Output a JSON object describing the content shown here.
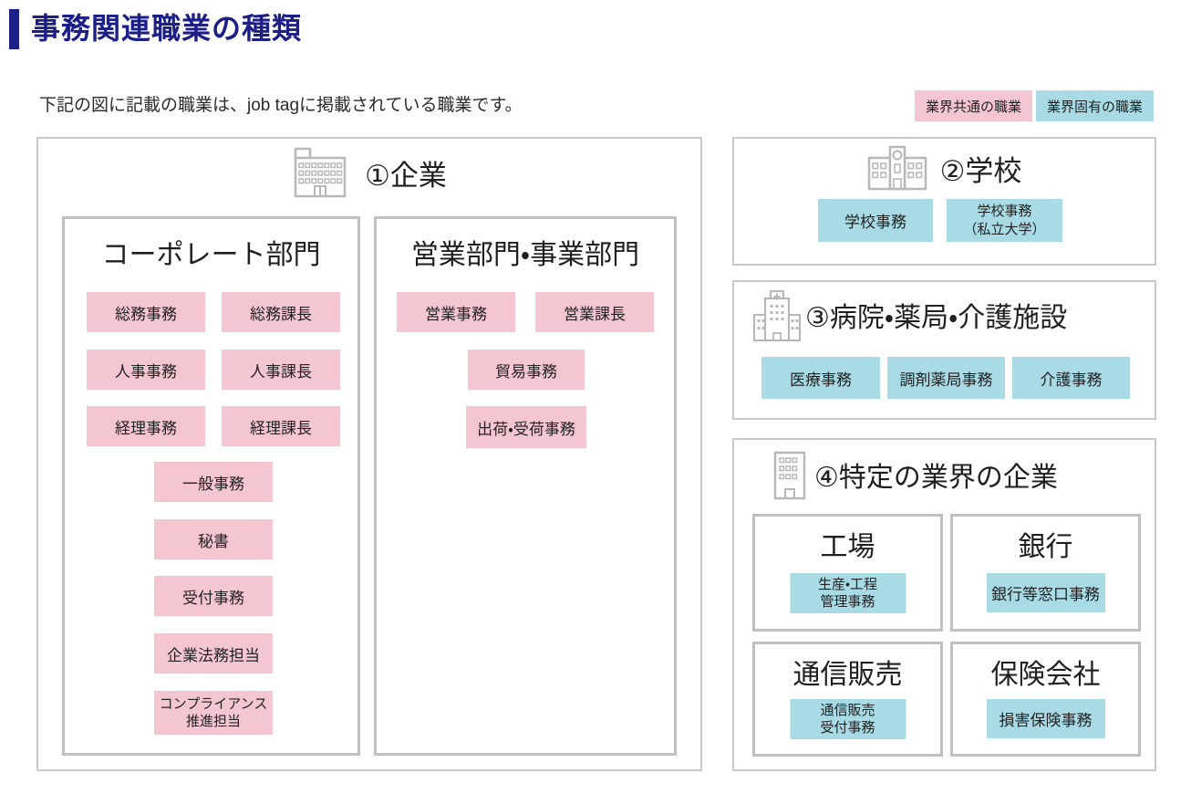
{
  "page": {
    "title": "事務関連職業の種類",
    "subtitle": "下記の図に記載の職業は、job tagに掲載されている職業です。"
  },
  "colors": {
    "accent_navy": "#1c1f87",
    "pink": "#f3c6d2",
    "blue": "#a8dbe6",
    "border_gray": "#c9c9c9",
    "border_gray_inner": "#c0c0c0",
    "icon_gray": "#b8b8b8"
  },
  "legend": {
    "common": {
      "label": "業界共通の職業",
      "color": "#f3c6d2"
    },
    "specific": {
      "label": "業界固有の職業",
      "color": "#a8dbe6"
    }
  },
  "sections": {
    "company": {
      "title": "①企業",
      "icon": "company-building-icon",
      "departments": [
        {
          "title": "コーポレート部門",
          "items": [
            "総務事務",
            "総務課長",
            "人事事務",
            "人事課長",
            "経理事務",
            "経理課長",
            "一般事務",
            "秘書",
            "受付事務",
            "企業法務担当",
            "コンプライアンス\n推進担当"
          ]
        },
        {
          "title": "営業部門・事業部門",
          "items": [
            "営業事務",
            "営業課長",
            "貿易事務",
            "出荷・受荷事務"
          ]
        }
      ]
    },
    "school": {
      "title": "②学校",
      "icon": "school-building-icon",
      "items": [
        "学校事務",
        "学校事務\n（私立大学）"
      ]
    },
    "hospital": {
      "title": "③病院・薬局・介護施設",
      "icon": "hospital-building-icon",
      "items": [
        "医療事務",
        "調剤薬局事務",
        "介護事務"
      ]
    },
    "industry": {
      "title": "④特定の業界の企業",
      "icon": "office-building-icon",
      "subsections": [
        {
          "title": "工場",
          "items": [
            "生産・工程\n管理事務"
          ]
        },
        {
          "title": "銀行",
          "items": [
            "銀行等窓口事務"
          ]
        },
        {
          "title": "通信販売",
          "items": [
            "通信販売\n受付事務"
          ]
        },
        {
          "title": "保険会社",
          "items": [
            "損害保険事務"
          ]
        }
      ]
    }
  }
}
